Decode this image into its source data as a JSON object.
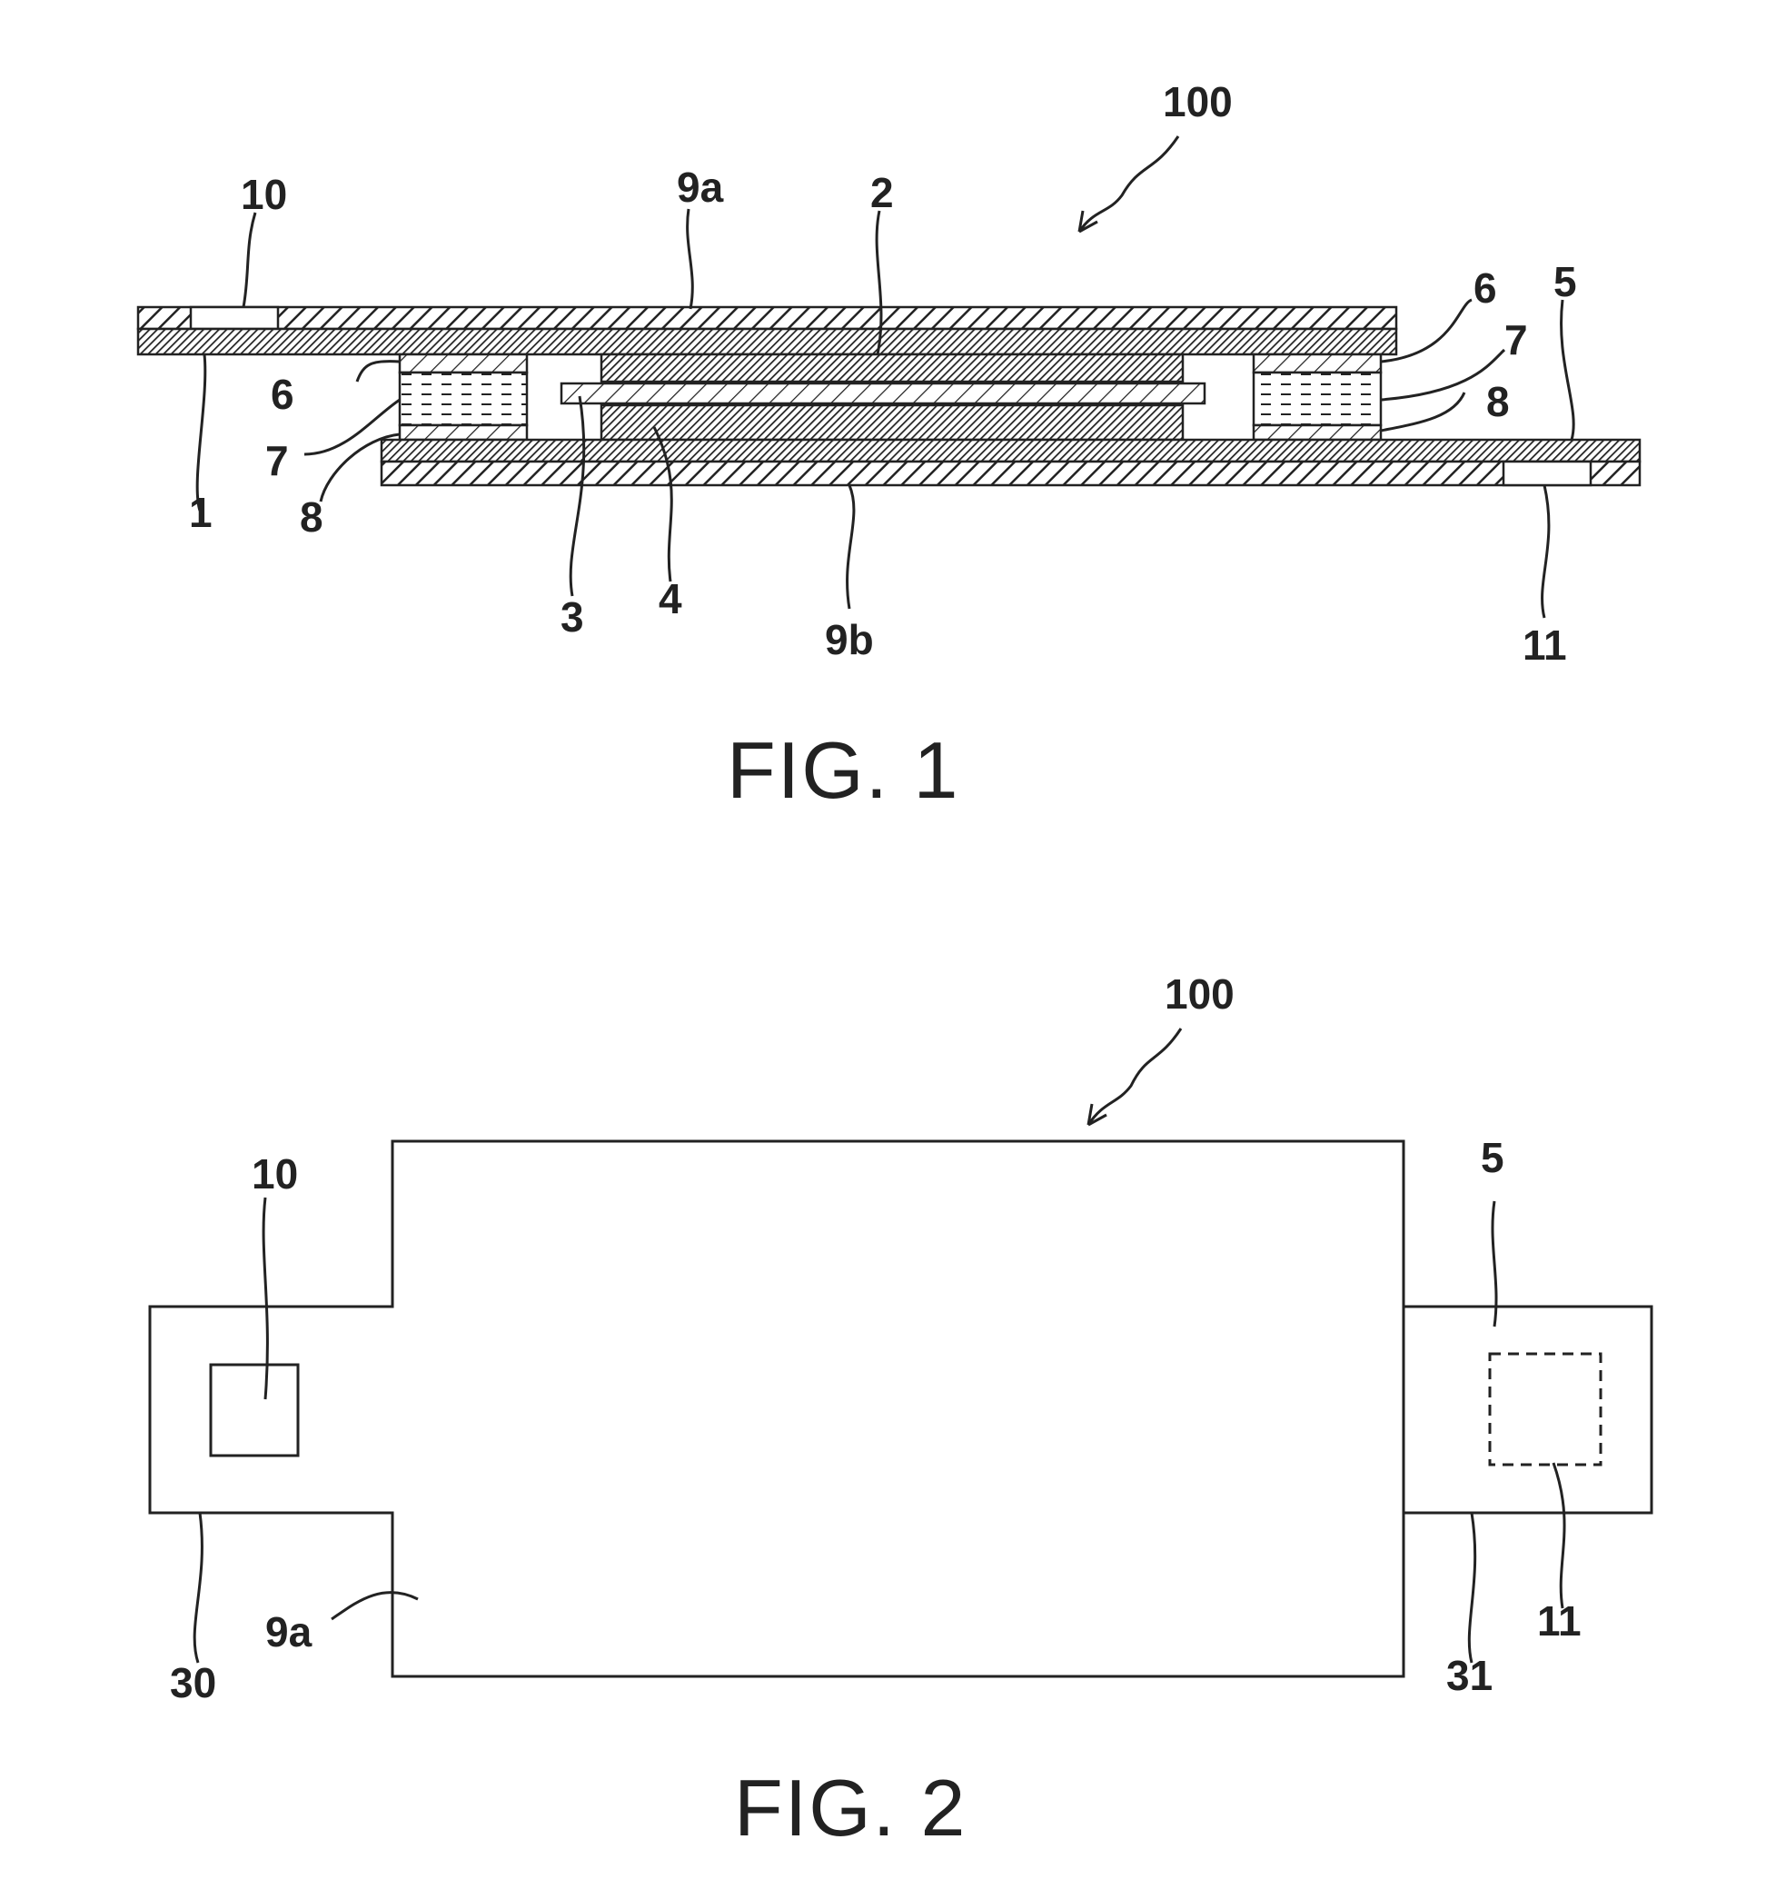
{
  "figures": [
    {
      "caption": "FIG. 1",
      "labels": {
        "device": "100",
        "port_top": "10",
        "film_top": "9a",
        "electrode_top": "2",
        "sealant_top_right": "6",
        "terminal_right": "5",
        "spacer_right": "7",
        "sealant_bottom_right": "8",
        "sealant_top_left": "6",
        "spacer_left": "7",
        "sealant_bottom_left": "8",
        "terminal_left": "1",
        "separator": "3",
        "electrode_bottom": "4",
        "film_bottom": "9b",
        "port_bottom": "11"
      }
    },
    {
      "caption": "FIG. 2",
      "labels": {
        "device": "100",
        "port_top": "10",
        "terminal_right": "5",
        "port_bottom": "11",
        "film_top": "9a",
        "tab_left": "30",
        "tab_right": "31"
      }
    }
  ]
}
